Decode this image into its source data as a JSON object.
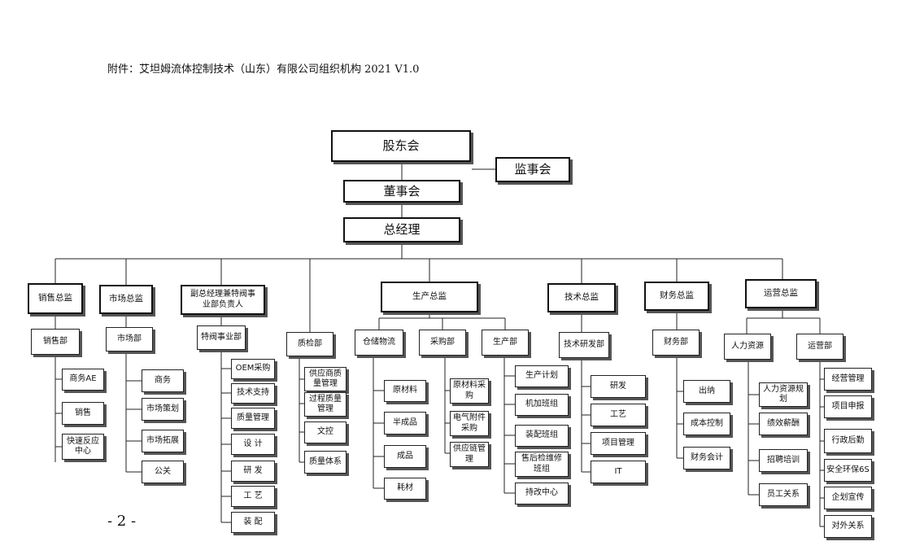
{
  "header": {
    "title": "附件：艾坦姆流体控制技术（山东）有限公司组织机构 2021 V1.0",
    "page_number": "- 2 -"
  },
  "org": {
    "shareholders": "股东会",
    "supervisors": "监事会",
    "board": "董事会",
    "gm": "总经理",
    "divisions": [
      {
        "head": "销售总监",
        "dept": "销售部",
        "items": [
          "商务AE",
          "销售",
          "快速反应中心"
        ]
      },
      {
        "head": "市场总监",
        "dept": "市场部",
        "items": [
          "商务",
          "市场策划",
          "市场拓展",
          "公关"
        ]
      },
      {
        "head": "副总经理兼特阀事业部负责人",
        "dept": "特阀事业部",
        "items": [
          "OEM采购",
          "技术支持",
          "质量管理",
          "设 计",
          "研 发",
          "工 艺",
          "装 配"
        ]
      },
      {
        "dept": "质检部",
        "items": [
          "供应商质量管理",
          "过程质量管理",
          "文控",
          "质量体系"
        ]
      },
      {
        "head": "生产总监",
        "groups": [
          {
            "dept": "仓储物流",
            "items": [
              "原材料",
              "半成品",
              "成品",
              "耗材"
            ]
          },
          {
            "dept": "采购部",
            "items": [
              "原材料采购",
              "电气附件采购",
              "供应链管理"
            ]
          },
          {
            "dept": "生产部",
            "items": [
              "生产计划",
              "机加班组",
              "装配班组",
              "售后检维修班组",
              "持改中心"
            ]
          }
        ]
      },
      {
        "head": "技术总监",
        "dept": "技术研发部",
        "items": [
          "研发",
          "工艺",
          "项目管理",
          "IT"
        ]
      },
      {
        "head": "财务总监",
        "dept": "财务部",
        "items": [
          "出纳",
          "成本控制",
          "财务会计"
        ]
      },
      {
        "head": "运营总监",
        "groups": [
          {
            "dept": "人力资源",
            "items": [
              "人力资源规划",
              "绩效薪酬",
              "招聘培训",
              "员工关系"
            ]
          },
          {
            "dept": "运营部",
            "items": [
              "经营管理",
              "项目申报",
              "行政后勤",
              "安全环保6S",
              "企划宣传",
              "对外关系"
            ]
          }
        ]
      }
    ]
  }
}
